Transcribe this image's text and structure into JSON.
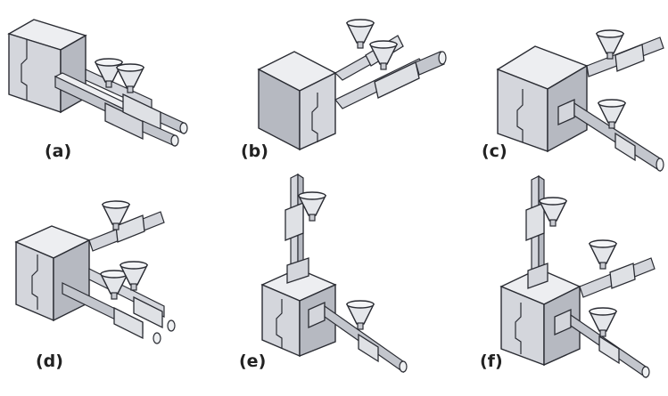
{
  "diagram": {
    "panels": [
      {
        "label": "(a)",
        "arrangement": "two parallel horizontal injection units sharing one clamp, each with a hopper"
      },
      {
        "label": "(b)",
        "arrangement": "two horizontal injection units side by side, one angled upward, each with a hopper"
      },
      {
        "label": "(c)",
        "arrangement": "two horizontal injection units at different heights entering the side of the clamp"
      },
      {
        "label": "(d)",
        "arrangement": "one upper horizontal injection unit plus two parallel lower horizontal units"
      },
      {
        "label": "(e)",
        "arrangement": "one vertical injection unit on top of the clamp plus one horizontal unit"
      },
      {
        "label": "(f)",
        "arrangement": "one vertical unit on top plus two horizontal units at different heights"
      }
    ]
  },
  "colors": {
    "face_front": "#d4d6dc",
    "face_top": "#edeef1",
    "face_side": "#b6b9c1",
    "outline": "#2a2c33",
    "label": "#222222"
  },
  "icons": [
    "mold-clamp-unit-icon",
    "injection-barrel-icon",
    "hopper-icon"
  ]
}
